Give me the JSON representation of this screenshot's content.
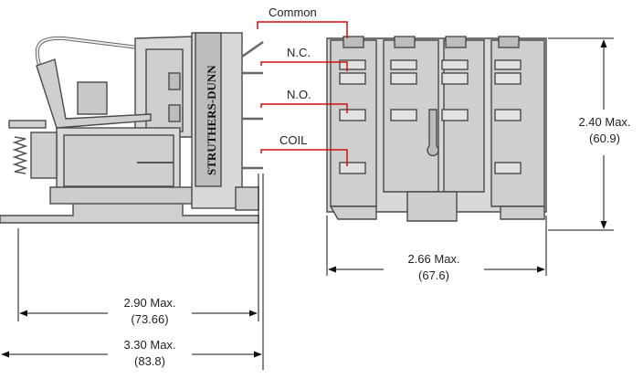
{
  "brand_text": "STRUTHERS-DUNN",
  "labels": {
    "common": "Common",
    "nc": "N.C.",
    "no": "N.O.",
    "coil": "COIL"
  },
  "dimensions": {
    "height": {
      "label": "2.40 Max.",
      "metric": "(60.9)"
    },
    "width_front": {
      "label": "2.66 Max.",
      "metric": "(67.6)"
    },
    "depth_body": {
      "label": "2.90 Max.",
      "metric": "(73.66)"
    },
    "depth_total": {
      "label": "3.30 Max.",
      "metric": "(83.8)"
    }
  },
  "colors": {
    "body": "#d8d8d8",
    "body_dark": "#bdbdbd",
    "outline": "#4a4a4a",
    "leader": "#cc1111",
    "dim_line": "#111111",
    "text": "#222222"
  }
}
